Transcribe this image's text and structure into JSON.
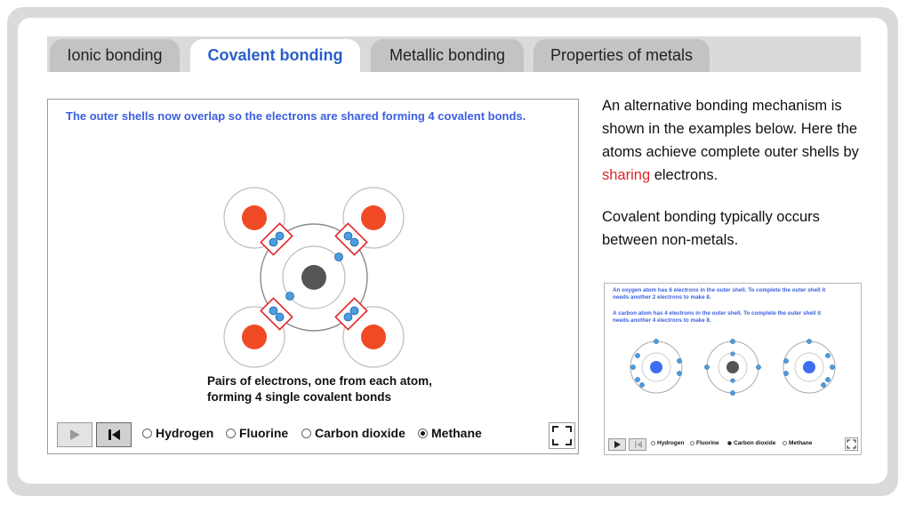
{
  "tabs": [
    {
      "label": "Ionic bonding",
      "active": false
    },
    {
      "label": "Covalent bonding",
      "active": true
    },
    {
      "label": "Metallic bonding",
      "active": false
    },
    {
      "label": "Properties of metals",
      "active": false
    }
  ],
  "animation": {
    "title": "The outer shells now overlap so the electrons are shared forming 4 covalent bonds.",
    "caption_line1": "Pairs of electrons, one from each atom,",
    "caption_line2": "forming 4 single covalent bonds",
    "options": [
      {
        "label": "Hydrogen",
        "selected": false
      },
      {
        "label": "Fluorine",
        "selected": false
      },
      {
        "label": "Carbon dioxide",
        "selected": false
      },
      {
        "label": "Methane",
        "selected": true
      }
    ]
  },
  "description": {
    "para1_before": "An alternative bonding mechanism is shown in the examples below. Here the atoms achieve complete outer shells by ",
    "para1_highlight": "sharing",
    "para1_after": " electrons.",
    "para2": "Covalent bonding typically occurs between non-metals."
  },
  "thumbnail": {
    "line1": "An oxygen atom has 6 electrons in the outer shell. To complete the outer shell it",
    "line2": "needs another 2 electrons to make 8.",
    "line3": "A carbon atom has 4 electrons in the outer shell. To complete the outer shell it",
    "line4": "needs another 4 electrons to make 8.",
    "options": [
      {
        "label": "Hydrogen",
        "selected": false
      },
      {
        "label": "Fluorine",
        "selected": false
      },
      {
        "label": "Carbon dioxide",
        "selected": true
      },
      {
        "label": "Methane",
        "selected": false
      }
    ]
  },
  "colors": {
    "accent_blue": "#2a5fc9",
    "title_blue": "#3b5fe0",
    "highlight_red": "#e0242a",
    "hydrogen_nucleus": "#f04a24",
    "carbon_nucleus": "#555555",
    "electron": "#4a9ee0"
  }
}
